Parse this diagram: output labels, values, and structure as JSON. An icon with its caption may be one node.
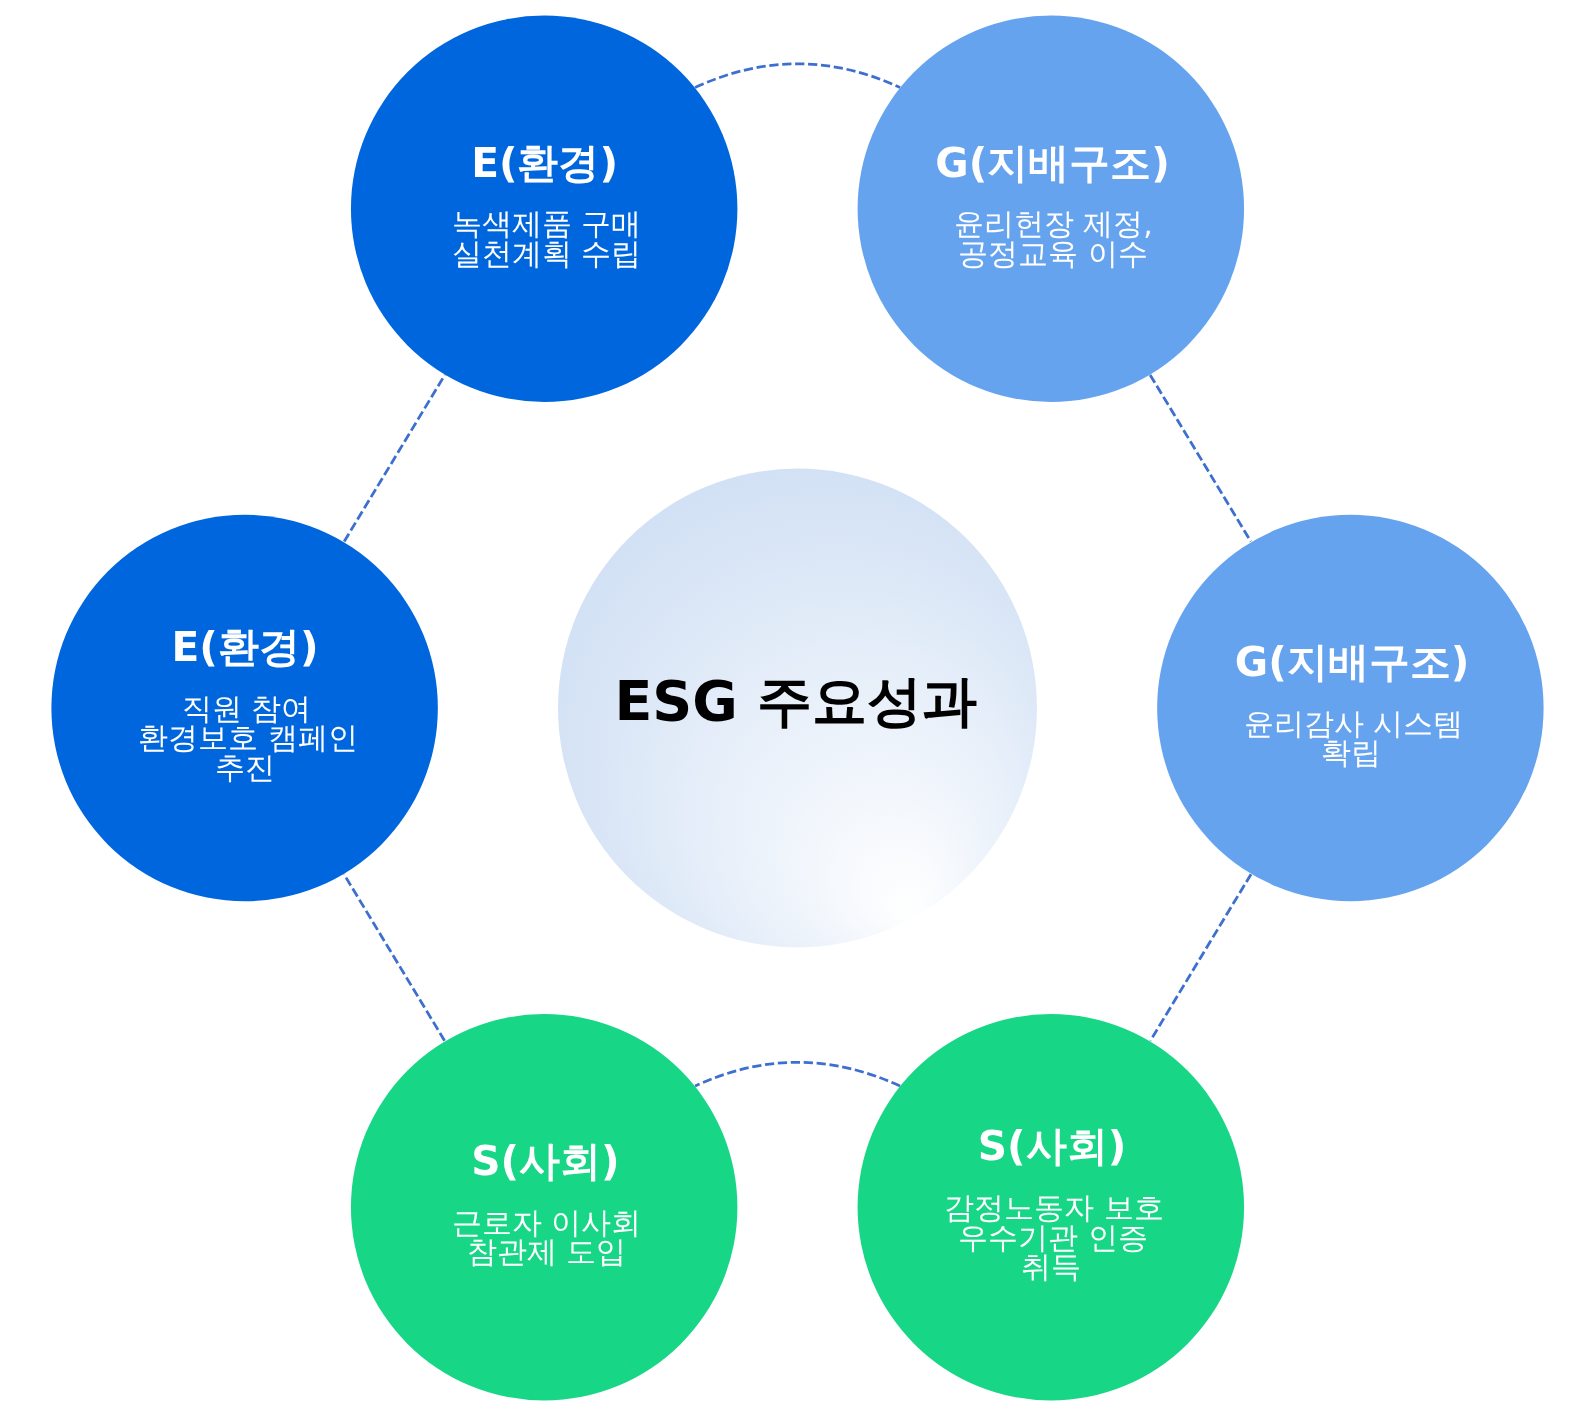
{
  "diagram": {
    "nodes": [
      {
        "text": [
          "E(환경)",
          "녹색제품 구매 실천계획 수립"
        ]
      },
      {
        "text": [
          "G(지배구조)",
          "윤리헌장 제정, 공정교육 이수"
        ]
      },
      {
        "text": [
          "E(환경)",
          "직원 참여 환경보호 캠페인 추진"
        ]
      },
      {
        "text": [
          "ESG 주요성과"
        ]
      },
      {
        "text": [
          "G(지배구조)",
          "윤리감사 시스템 확립"
        ]
      },
      {
        "text": [
          "S(사회)",
          "근로자 이사회 참관제 도입"
        ]
      },
      {
        "text": [
          "S(사회)",
          "감정노동자 보호 우수기관 인증 취득"
        ]
      }
    ],
    "edges": [
      {
        "from": 0,
        "to": 1,
        "arrow": "none",
        "style": "dashed"
      },
      {
        "from": 1,
        "to": 4,
        "arrow": "none",
        "style": "dashed"
      },
      {
        "from": 4,
        "to": 6,
        "arrow": "none",
        "style": "dashed"
      },
      {
        "from": 6,
        "to": 5,
        "arrow": "none",
        "style": "dashed"
      },
      {
        "from": 5,
        "to": 2,
        "arrow": "none",
        "style": "dashed"
      },
      {
        "from": 2,
        "to": 0,
        "arrow": "none",
        "style": "dashed"
      }
    ]
  }
}
